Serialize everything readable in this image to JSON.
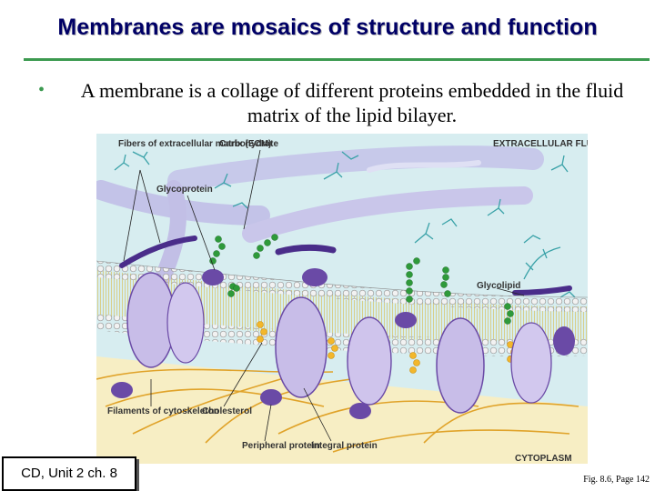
{
  "slide": {
    "title": "Membranes are mosaics of structure and function",
    "bullet": "A membrane is a collage of different proteins embedded in the fluid matrix of the lipid bilayer.",
    "unit_label": "CD, Unit 2 ch. 8",
    "figure_caption": "Fig. 8.6, Page 142"
  },
  "figure": {
    "labels": {
      "fibers_ecm": "Fibers of extracellular matrix (ECM)",
      "carbohydrate": "Carbohydrate",
      "glycoprotein": "Glycoprotein",
      "extracellular_fluid": "EXTRACELLULAR FLUID",
      "glycolipid": "Glycolipid",
      "filaments_cytoskeleton": "Filaments of cytoskeleton",
      "cholesterol": "Cholesterol",
      "peripheral_protein": "Peripheral protein",
      "integral_protein": "Integral protein",
      "cytoplasm": "CYTOPLASM"
    }
  },
  "colors": {
    "title": "#000066",
    "accent_green": "#3c9a50",
    "protein": "#6a4aa6",
    "protein_light": "#c8bde8",
    "cytoplasm": "#f7eec4",
    "fluid": "#d7edf0"
  }
}
